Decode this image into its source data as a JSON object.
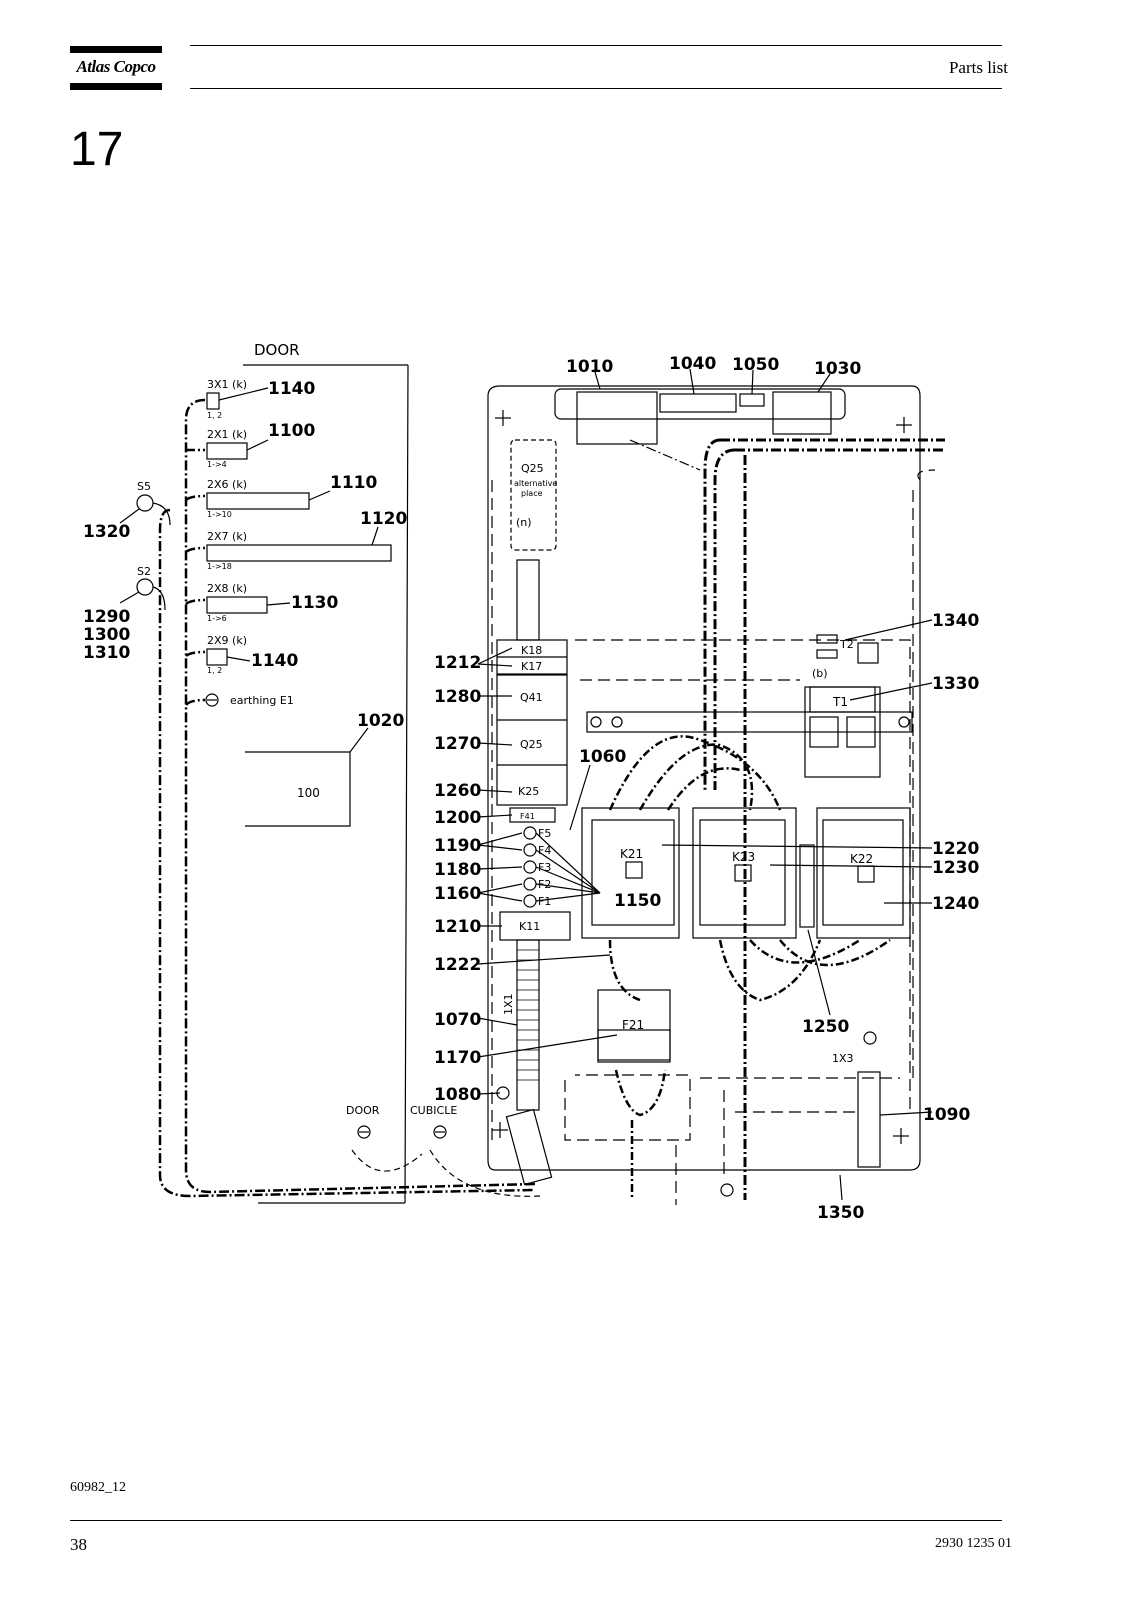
{
  "header": {
    "brand": "Atlas Copco",
    "title": "Parts list"
  },
  "chapter": "17",
  "footer": {
    "figure_ref": "60982_12",
    "page": "38",
    "doc_number": "2930 1235 01"
  },
  "drawing": {
    "door_label": "DOOR",
    "door_label_bottom": "DOOR",
    "cubicle_label": "CUBICLE",
    "earthing_label": "earthing E1",
    "box_100": "100",
    "q25_title": "Q25",
    "q25_line1": "alternative",
    "q25_line2": "place",
    "q25_n": "(n)",
    "x1_label": "1X1",
    "x3_label": "1X3",
    "b_label": "(b)",
    "terminals": [
      {
        "id": "3X1 (k)",
        "sub": "1, 2"
      },
      {
        "id": "2X1 (k)",
        "sub": "1->4"
      },
      {
        "id": "2X6 (k)",
        "sub": "1->10"
      },
      {
        "id": "2X7 (k)",
        "sub": "1->18"
      },
      {
        "id": "2X8 (k)",
        "sub": "1->6"
      },
      {
        "id": "2X9 (k)",
        "sub": "1, 2"
      }
    ],
    "switches": [
      "S5",
      "S2"
    ],
    "components": [
      "K18",
      "K17",
      "Q41",
      "Q25",
      "K25",
      "F41",
      "F5",
      "F4",
      "F3",
      "F2",
      "F1",
      "K11",
      "K21",
      "K23",
      "K22",
      "F21",
      "T1",
      "T2"
    ],
    "callouts": {
      "c1010": "1010",
      "c1040": "1040",
      "c1050": "1050",
      "c1030": "1030",
      "c1140a": "1140",
      "c1100": "1100",
      "c1110": "1110",
      "c1120": "1120",
      "c1130": "1130",
      "c1140b": "1140",
      "c1020": "1020",
      "c1320": "1320",
      "c1290": "1290",
      "c1300": "1300",
      "c1310": "1310",
      "c1212": "1212",
      "c1280": "1280",
      "c1270": "1270",
      "c1260": "1260",
      "c1200": "1200",
      "c1190": "1190",
      "c1180": "1180",
      "c1160": "1160",
      "c1210": "1210",
      "c1222": "1222",
      "c1070": "1070",
      "c1170": "1170",
      "c1080": "1080",
      "c1060": "1060",
      "c1150": "1150",
      "c1340": "1340",
      "c1330": "1330",
      "c1220": "1220",
      "c1230": "1230",
      "c1240": "1240",
      "c1250": "1250",
      "c1090": "1090",
      "c1350": "1350"
    }
  }
}
